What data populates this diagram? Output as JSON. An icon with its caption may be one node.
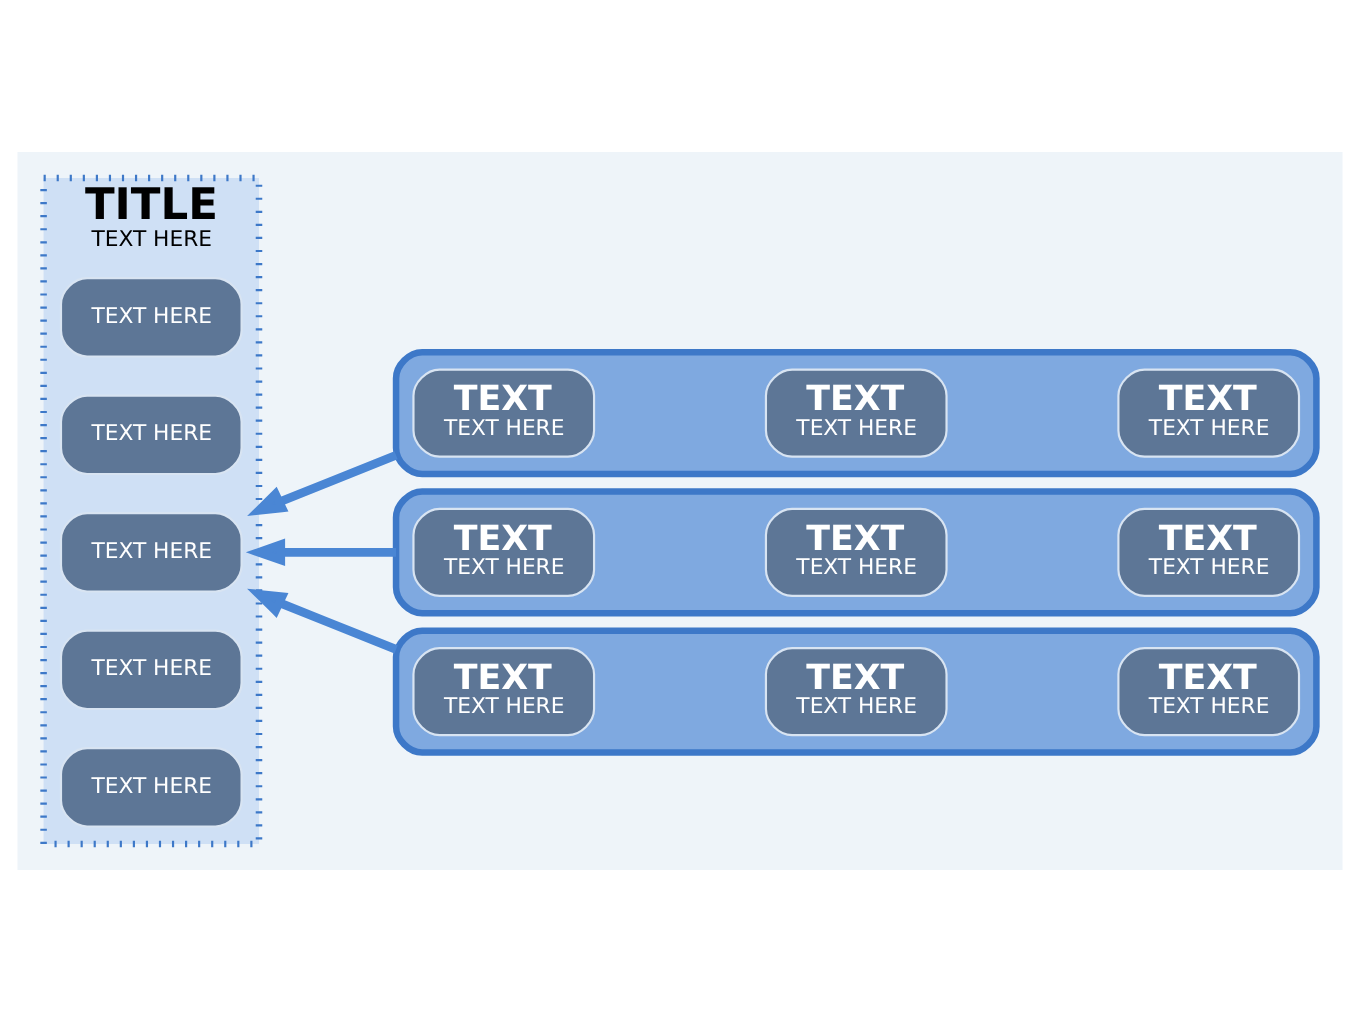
{
  "diagram": {
    "nodes": [
      {
        "text": [
          "TITLE",
          "TEXT HERE"
        ]
      },
      {
        "text": [
          "TEXT HERE"
        ],
        "in": 0
      },
      {
        "text": [
          "TEXT HERE"
        ],
        "in": 0
      },
      {
        "text": [
          "TEXT HERE"
        ],
        "in": 0
      },
      {
        "text": [
          "TEXT HERE"
        ],
        "in": 0
      },
      {
        "text": [
          "TEXT HERE"
        ],
        "in": 0
      },
      {
        "text": [],
        "shape": "box"
      },
      {
        "text": [
          "TEXT",
          "TEXT HERE"
        ],
        "in": 6
      },
      {
        "text": [
          "TEXT",
          "TEXT HERE"
        ],
        "in": 6
      },
      {
        "text": [
          "TEXT",
          "TEXT HERE"
        ],
        "in": 6
      },
      {
        "text": [],
        "shape": "box"
      },
      {
        "text": [
          "TEXT",
          "TEXT HERE"
        ],
        "in": 10
      },
      {
        "text": [
          "TEXT",
          "TEXT HERE"
        ],
        "in": 10
      },
      {
        "text": [
          "TEXT",
          "TEXT HERE"
        ],
        "in": 10
      },
      {
        "text": [],
        "shape": "box"
      },
      {
        "text": [
          "TEXT",
          "TEXT HERE"
        ],
        "in": 14
      },
      {
        "text": [
          "TEXT",
          "TEXT HERE"
        ],
        "in": 14
      },
      {
        "text": [
          "TEXT",
          "TEXT HERE"
        ],
        "in": 14
      }
    ],
    "edges": [
      {
        "from": 6,
        "to": 0,
        "arrow": "to"
      },
      {
        "from": 10,
        "to": 0,
        "arrow": "to"
      },
      {
        "from": 14,
        "to": 0,
        "arrow": "to"
      }
    ]
  }
}
